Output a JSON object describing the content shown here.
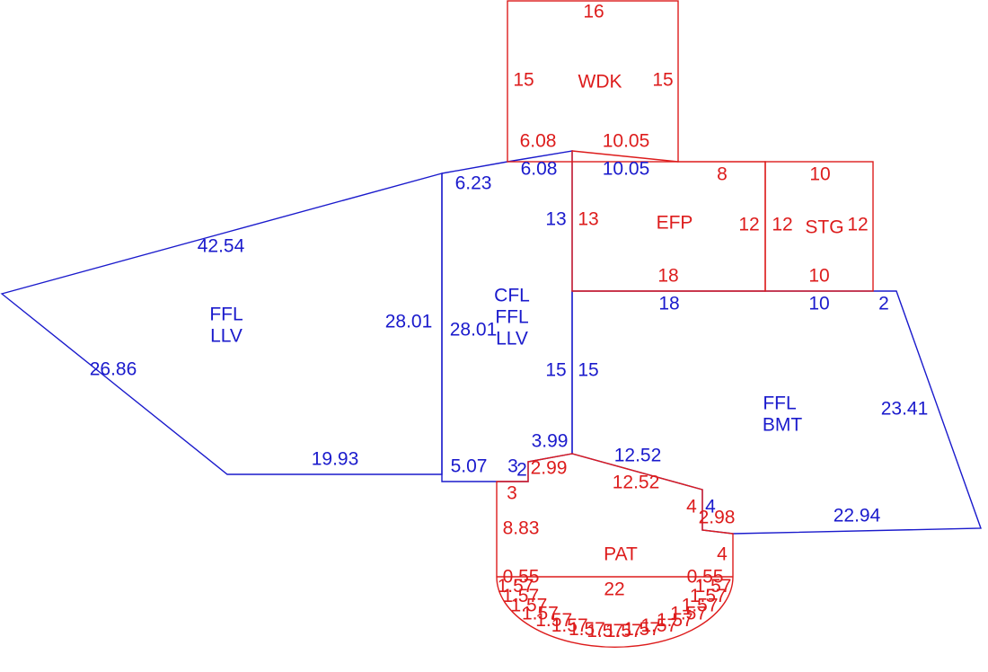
{
  "colors": {
    "blue": "#1a1acc",
    "red": "#dd1c1c",
    "background": "#ffffff"
  },
  "areas": {
    "ffl_llv": {
      "line1": "FFL",
      "line2": "LLV"
    },
    "cfl_ffl_llv": {
      "line1": "CFL",
      "line2": "FFL",
      "line3": "LLV"
    },
    "ffl_bmt": {
      "line1": "FFL",
      "line2": "BMT"
    },
    "wdk": "WDK",
    "efp": "EFP",
    "stg": "STG",
    "pat": "PAT"
  },
  "dimensions": {
    "wdk_top": "16",
    "wdk_left": "15",
    "wdk_right": "15",
    "wdk_bottom_left": "6.08",
    "wdk_bottom_right": "10.05",
    "cfl_top_slope": "6.23",
    "cfl_top_a": "6.08",
    "efp_top": "10.05",
    "efp_top_right": "8",
    "stg_top": "10",
    "cfl_right_upper": "13",
    "efp_left": "13",
    "efp_right": "12",
    "stg_left": "12",
    "stg_right": "12",
    "efp_bottom": "18",
    "stg_bottom": "10",
    "bmt_top_a": "18",
    "bmt_top_b": "10",
    "bmt_top_c": "2",
    "llv_top": "42.54",
    "llv_right": "28.01",
    "cfl_left": "28.01",
    "llv_lower_left": "26.86",
    "llv_bottom": "19.93",
    "cfl_right_lower": "15",
    "bmt_left": "15",
    "bmt_right": "23.41",
    "bmt_bottom": "22.94",
    "cfl_bottom": "5.07",
    "cfl_notch": "3",
    "cfl_notch_b": "2",
    "cfl_slope": "3.99",
    "bmt_slope": "12.52",
    "pat_top_left": "2.99",
    "pat_top": "12.52",
    "pat_left_short": "3",
    "pat_left": "8.83",
    "pat_notch_blue": "4",
    "pat_notch_red": "4",
    "pat_notch_slope": "2.98",
    "pat_right": "4",
    "pat_chord_left": "0.55",
    "pat_chord_right": "0.55",
    "pat_bottom": "22"
  },
  "arc_segment_labels": [
    "1.57",
    "1.57",
    "1.57",
    "1.57",
    "1.57",
    "1.57",
    "1.57",
    "1.57",
    "1.57",
    "1.57",
    "1.57",
    "1.57",
    "1.57",
    "1.57",
    "1.57",
    "1.57"
  ]
}
